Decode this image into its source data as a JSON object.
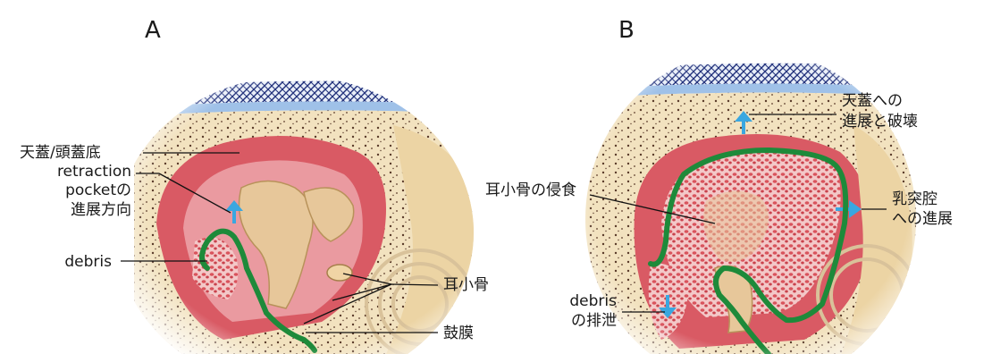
{
  "panels": [
    {
      "letter": "A",
      "labels": {
        "roof": "天蓋/頭蓋底",
        "retraction_1": "retraction",
        "retraction_2": "pocketの",
        "retraction_3": "進展方向",
        "debris": "debris",
        "ossicles": "耳小骨",
        "eardrum": "鼓膜"
      }
    },
    {
      "letter": "B",
      "labels": {
        "roof_1": "天蓋への",
        "roof_2": "進展と破壊",
        "erosion": "耳小骨の侵食",
        "mastoid_1": "乳突腔",
        "mastoid_2": "への進展",
        "debris_1": "debris",
        "debris_2": "の排泄"
      }
    }
  ],
  "colors": {
    "membrane": "#1e8a3a",
    "bone": "#f0dcb4",
    "pink": "#d95a64",
    "arrow": "#3aa7e0",
    "skull_blue": "#1f2f7a",
    "cartilage": "#e7c79a"
  }
}
